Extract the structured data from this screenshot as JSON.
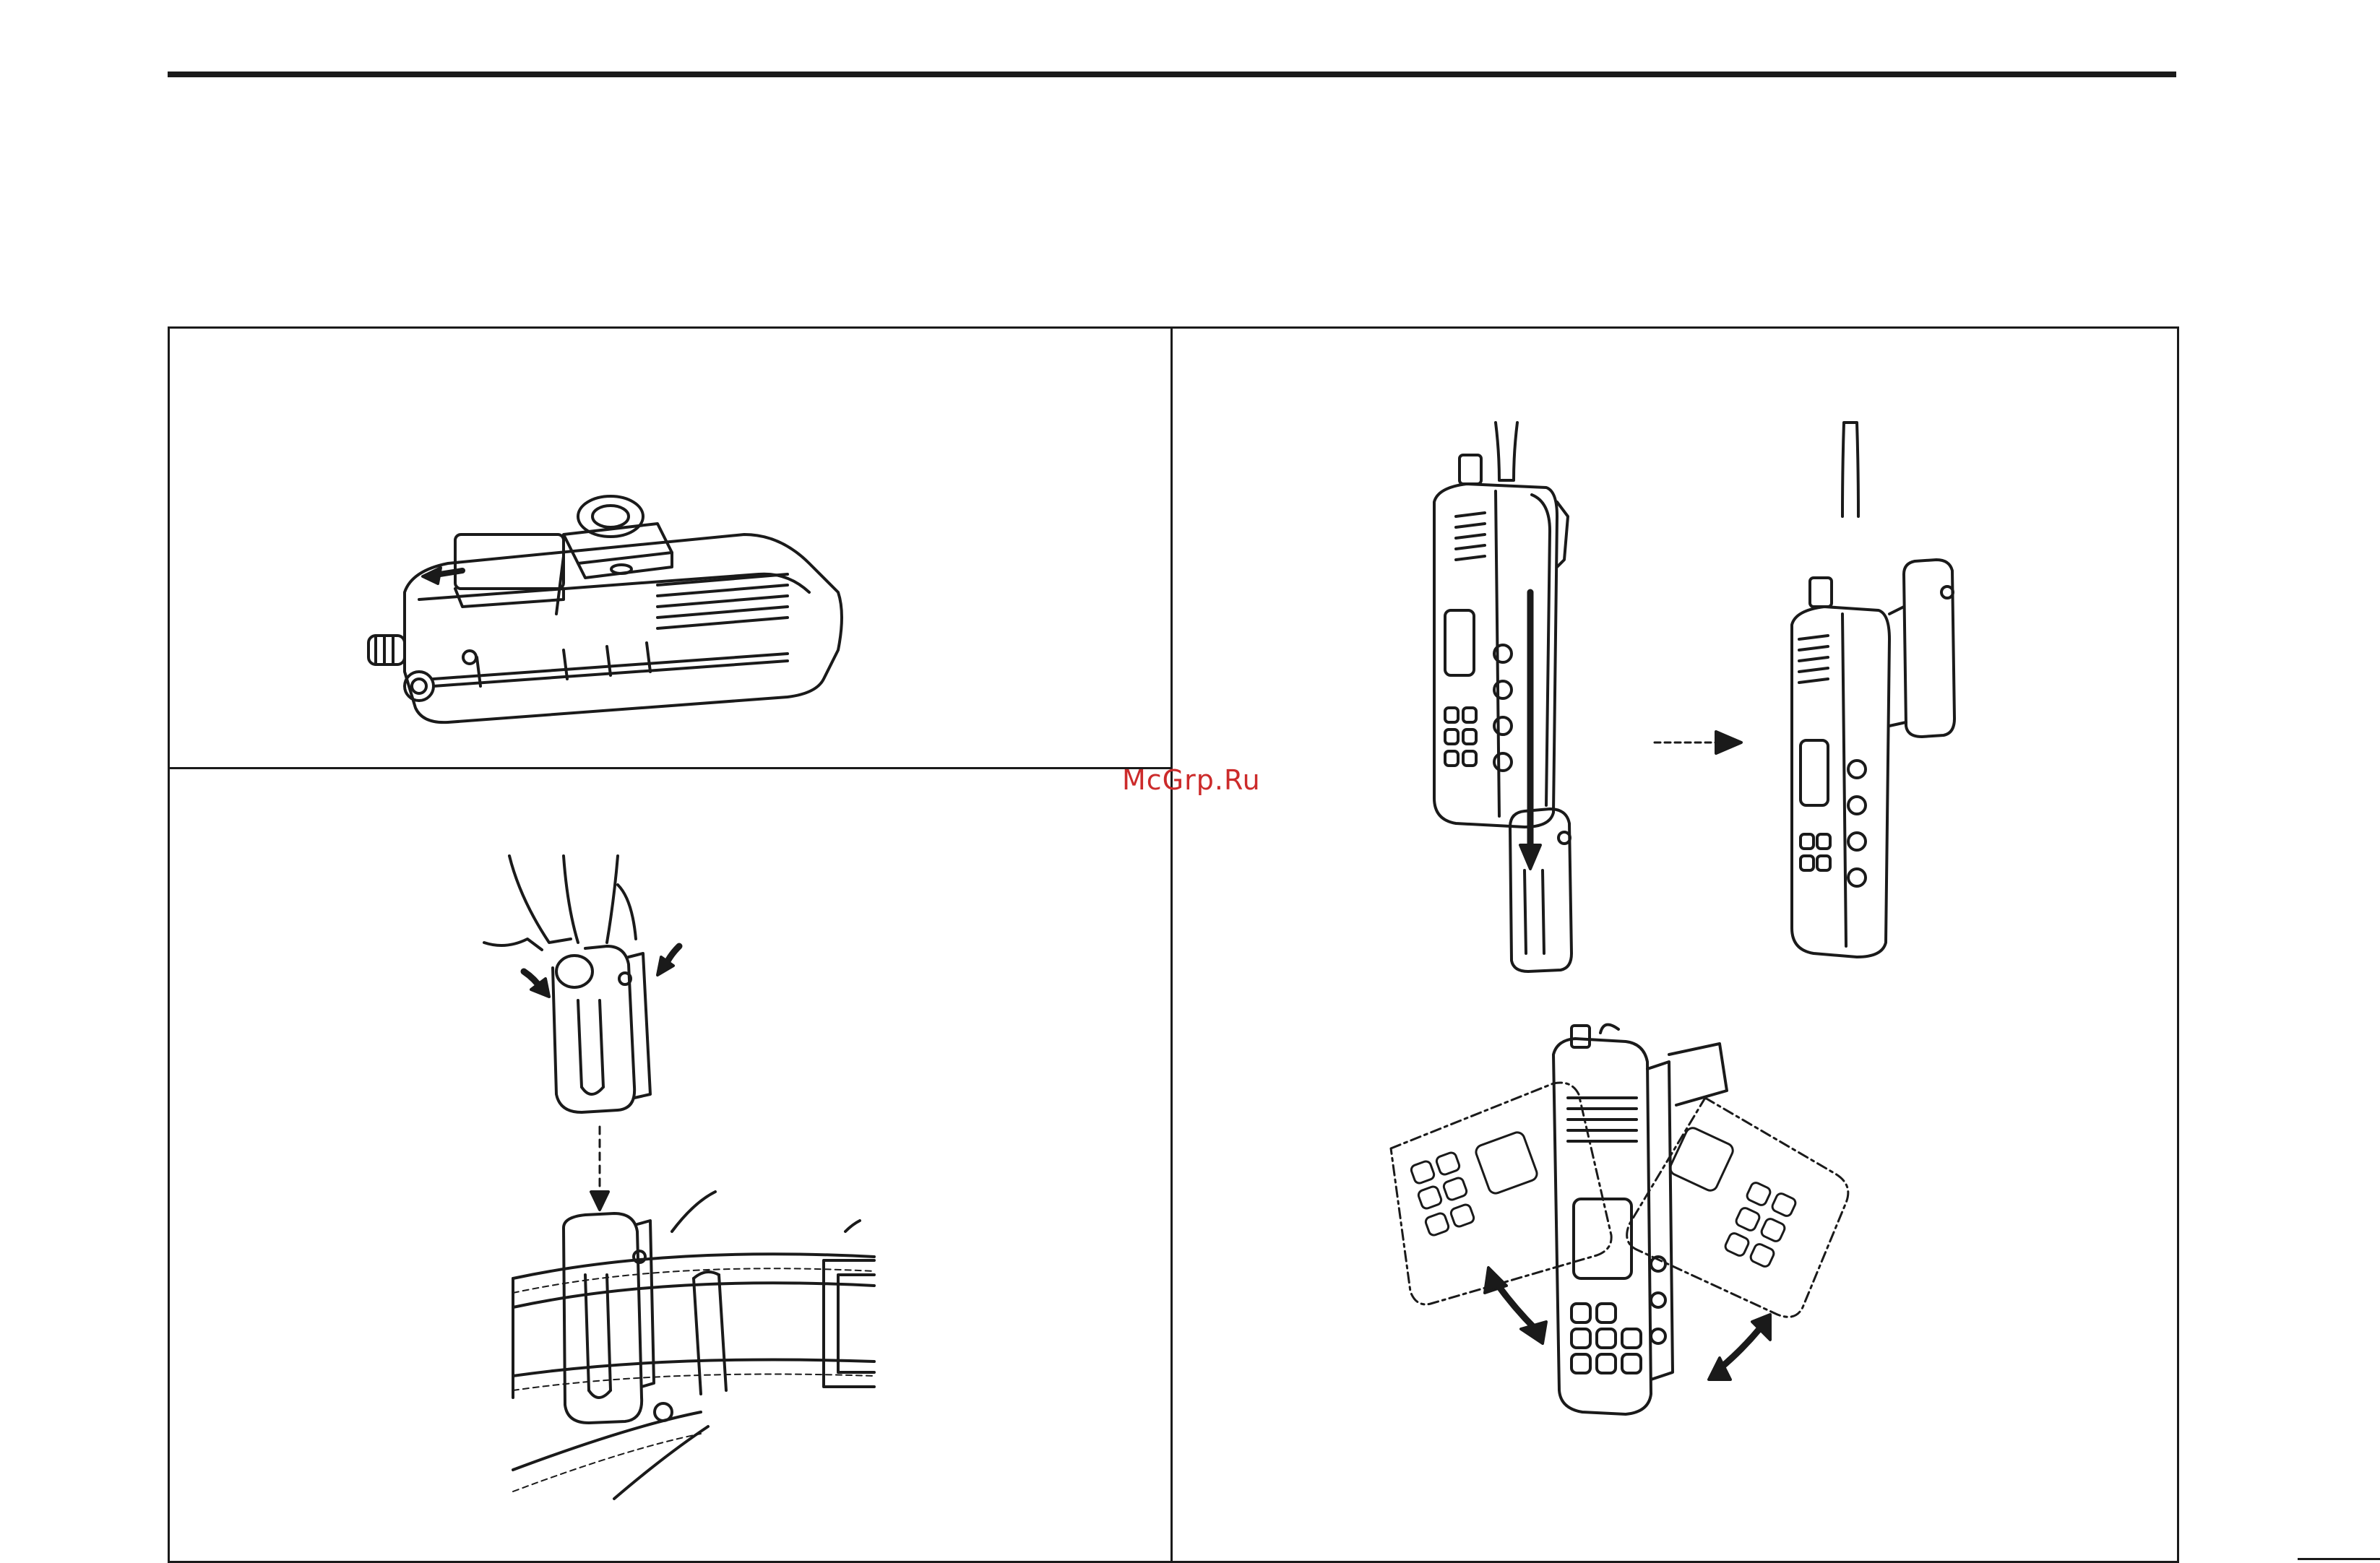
{
  "page": {
    "watermark_text": "McGrp.Ru"
  },
  "figures": {
    "top_left": {
      "icon": "belt-clip-attach-to-battery-illustration"
    },
    "bottom_left": {
      "icon": "belt-clip-onto-belt-illustration"
    },
    "right_top": {
      "icon": "radio-slide-into-clip-illustration"
    },
    "right_bottom": {
      "icon": "radio-swivel-in-clip-illustration"
    }
  },
  "colors": {
    "line": "#1a1a1a",
    "watermark": "#cc2b2b"
  }
}
